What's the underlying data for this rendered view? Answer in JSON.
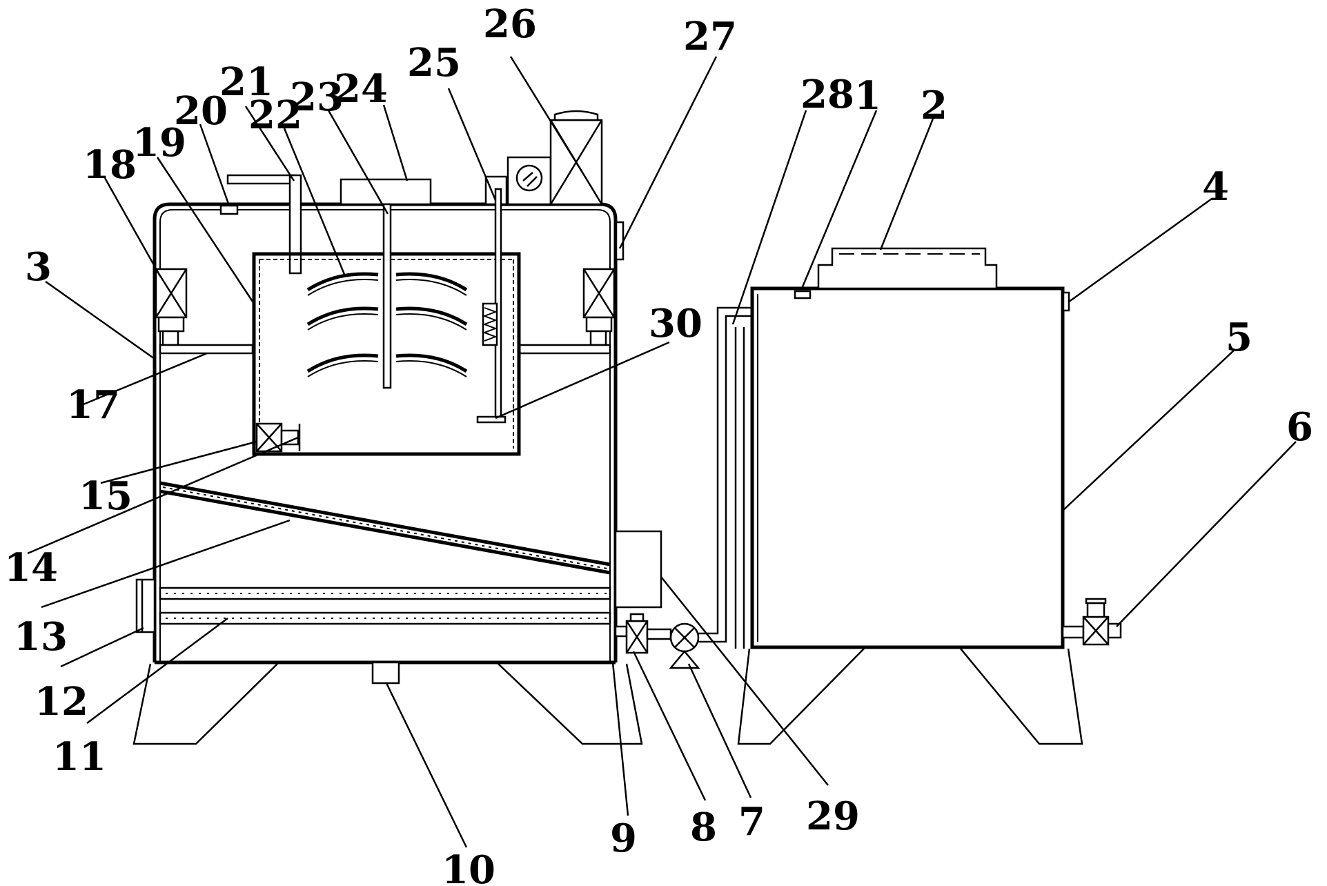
{
  "labels": {
    "l1": "1",
    "l2": "2",
    "l3": "3",
    "l4": "4",
    "l5": "5",
    "l6": "6",
    "l7": "7",
    "l8": "8",
    "l9": "9",
    "l10": "10",
    "l11": "11",
    "l12": "12",
    "l13": "13",
    "l14": "14",
    "l15": "15",
    "l17": "17",
    "l18": "18",
    "l19": "19",
    "l20": "20",
    "l21": "21",
    "l22": "22",
    "l23": "23",
    "l24": "24",
    "l25": "25",
    "l26": "26",
    "l27": "27",
    "l28": "28",
    "l29": "29",
    "l30": "30"
  }
}
